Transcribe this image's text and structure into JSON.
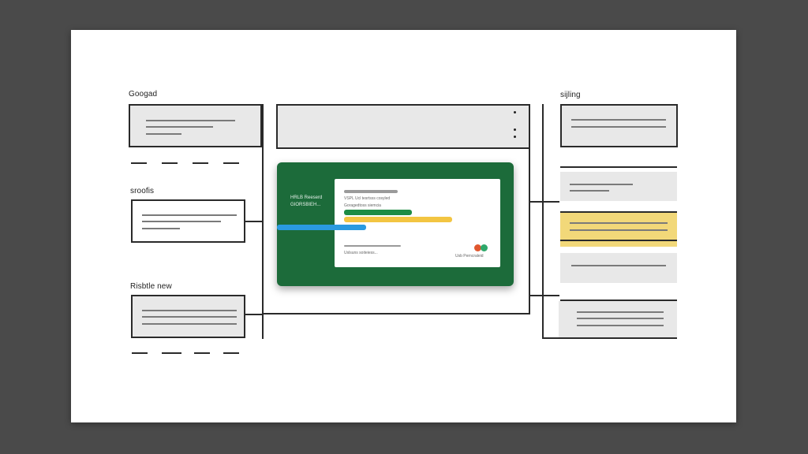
{
  "left_column": {
    "sections": [
      {
        "label": "Googad"
      },
      {
        "label": "sroofis"
      },
      {
        "label": "Risbtle new"
      }
    ]
  },
  "right_column": {
    "label": "sijling"
  },
  "card": {
    "title_lines": [
      "HRLB Reeserd",
      "GIORSBIEH..."
    ],
    "inner": {
      "header_text": "VSPL Ucl tesrtsss cosyled",
      "sub_text": "Goragedtoss siemcia",
      "footer_text": "Uslsuns soiteiess...",
      "badge_text": "Usb Perncraleid",
      "bars": [
        {
          "color": "#1e8c45",
          "value": 0.38
        },
        {
          "color": "#f3c542",
          "value": 0.61
        },
        {
          "color": "#2a9ae0",
          "value": 0.5
        }
      ],
      "badge_colors": [
        "#e0572e",
        "#2fa86b"
      ]
    }
  },
  "colors": {
    "backdrop": "#4a4a4a",
    "sheet": "#ffffff",
    "card_green": "#1c6b3a",
    "highlight_yellow": "#f2d879"
  }
}
